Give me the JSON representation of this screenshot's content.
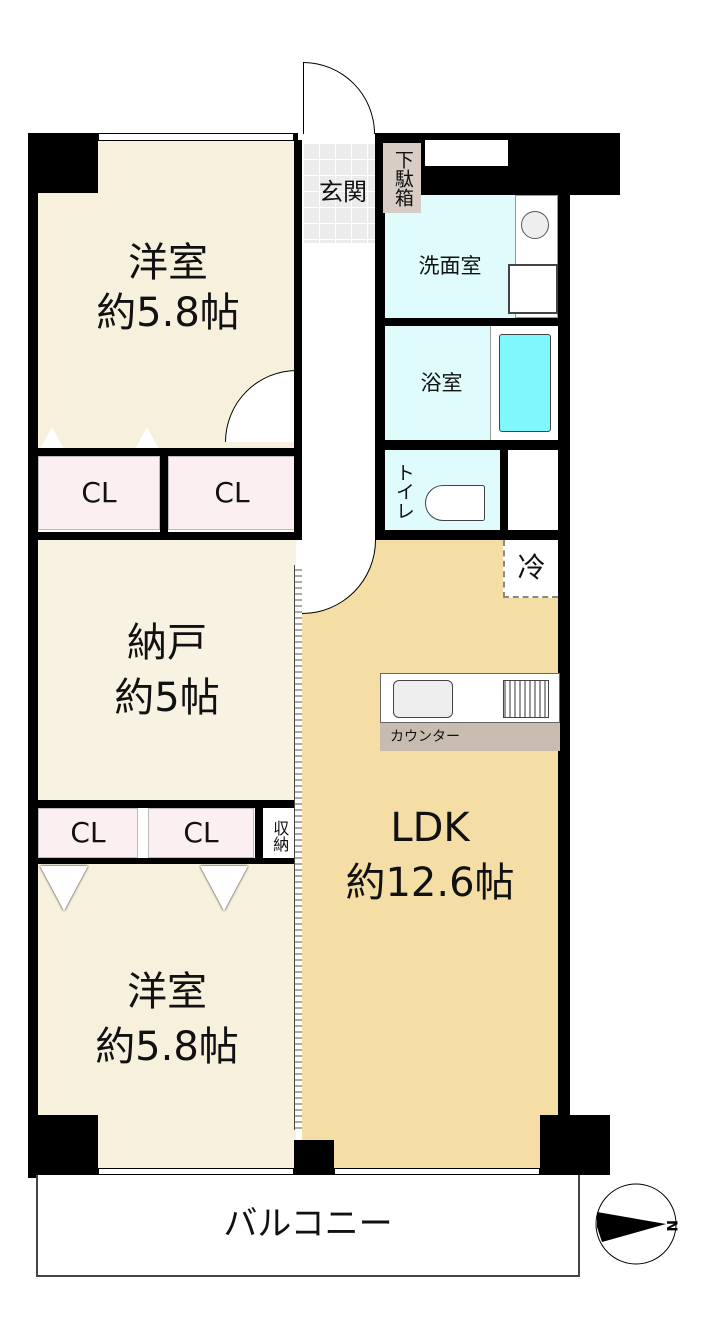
{
  "rooms": {
    "western1": {
      "name": "洋室",
      "size": "約5.8帖"
    },
    "storage_room": {
      "name": "納戸",
      "size": "約5帖"
    },
    "western2": {
      "name": "洋室",
      "size": "約5.8帖"
    },
    "ldk": {
      "name": "LDK",
      "size": "約12.6帖"
    },
    "entrance": "玄関",
    "shoe_box": "下駄箱",
    "washroom": "洗面室",
    "bathroom": "浴室",
    "toilet": "トイレ",
    "fridge": "冷",
    "counter": "カウンター",
    "closet_small": "収納",
    "balcony": "バルコニー"
  },
  "closets": [
    "CL",
    "CL",
    "CL",
    "CL"
  ],
  "compass": {
    "label": "N"
  },
  "colors": {
    "western": "#f7f0dd",
    "ldk": "#f4dea6",
    "closet": "#fbeff1",
    "wet": "#dffbfc",
    "bathtub": "#80f8fb",
    "entrance": "#ececec"
  }
}
